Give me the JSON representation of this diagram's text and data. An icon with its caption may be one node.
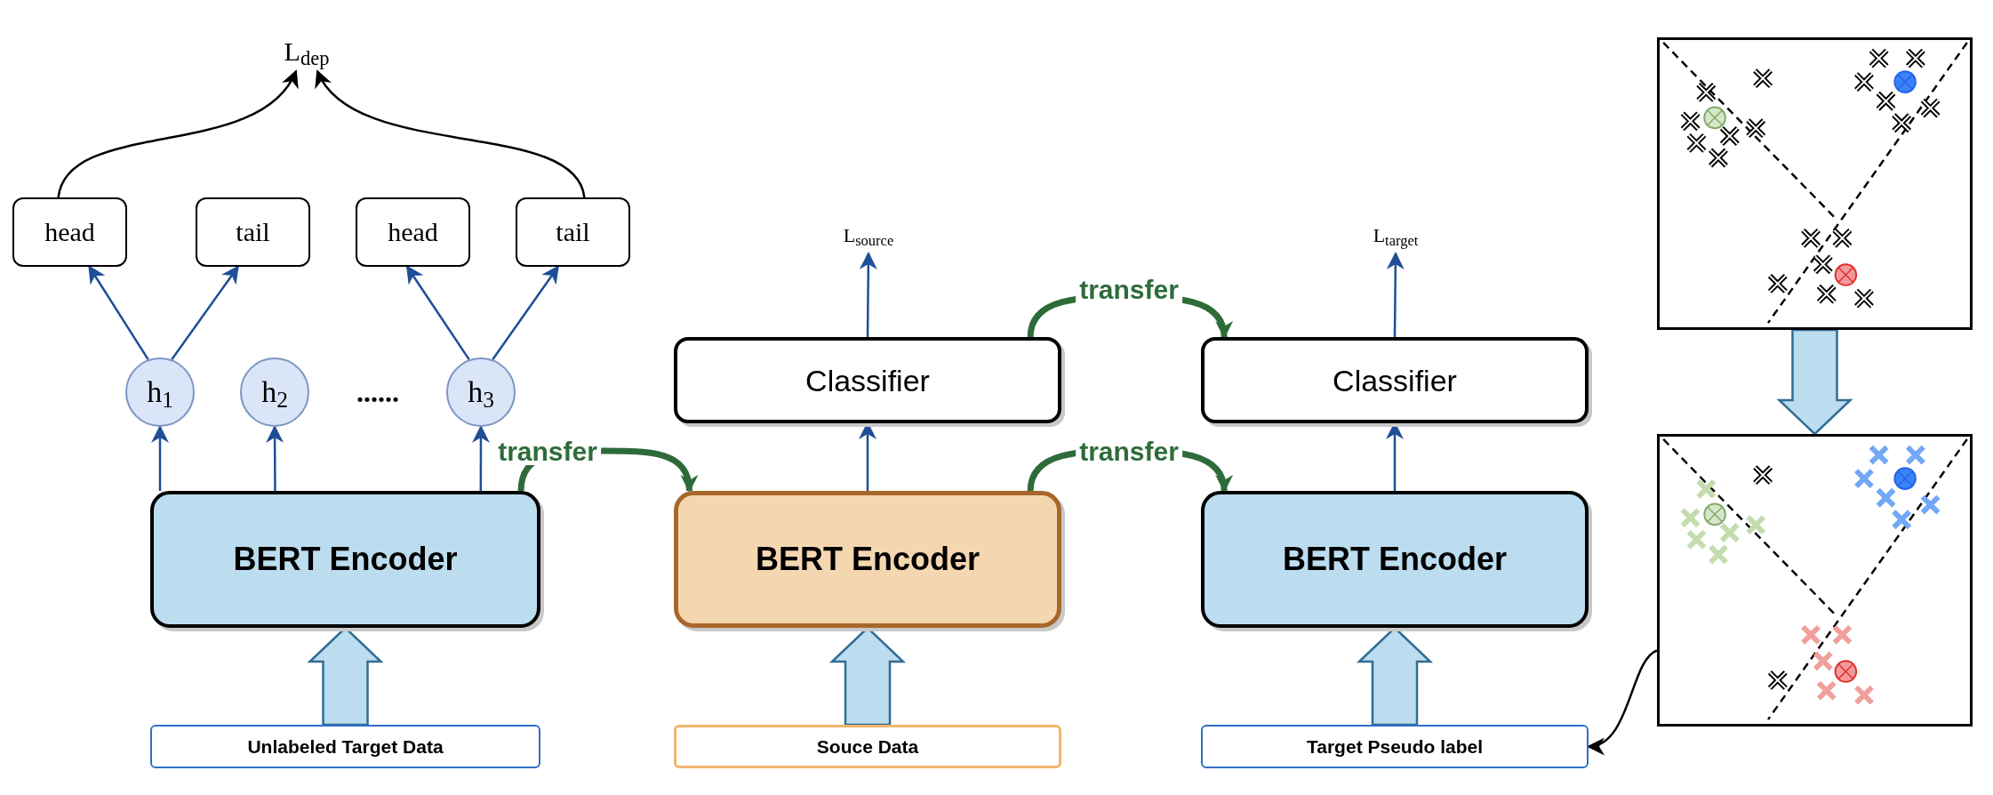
{
  "diagram": {
    "nodes": [
      {
        "text": [
          "L$_{dep}$"
        ]
      },
      {
        "text": [
          "head"
        ]
      },
      {
        "text": [
          "tail"
        ]
      },
      {
        "text": [
          "head"
        ]
      },
      {
        "text": [
          "tail"
        ]
      },
      {
        "text": [
          "h$_{1}$"
        ]
      },
      {
        "text": [
          "h$_{2}$"
        ]
      },
      {
        "text": [
          "h$_{3}$"
        ]
      },
      {
        "text": [
          "BERT Encoder"
        ]
      },
      {
        "text": [
          "Classifier"
        ]
      },
      {
        "text": [
          "BERT Encoder"
        ]
      },
      {
        "text": [
          "L$_{source}$"
        ]
      },
      {
        "text": [
          "Classifier"
        ]
      },
      {
        "text": [
          "BERT Encoder"
        ]
      },
      {
        "text": [
          "L$_{target}$"
        ]
      },
      {
        "text": [
          "Unlabeled Target Data"
        ]
      },
      {
        "text": [
          "Souce Data"
        ]
      },
      {
        "text": [
          "Target Pseudo label"
        ]
      },
      {
        "text": [],
        "shape": "picture"
      },
      {
        "text": [],
        "shape": "picture"
      }
    ],
    "edges": [
      {
        "from": 1,
        "to": 0,
        "arrow": "to",
        "color": "#000000"
      },
      {
        "from": 4,
        "to": 0,
        "arrow": "to",
        "color": "#000000"
      },
      {
        "from": 5,
        "to": 1,
        "arrow": "to"
      },
      {
        "from": 5,
        "to": 2,
        "arrow": "to"
      },
      {
        "from": 7,
        "to": 3,
        "arrow": "to"
      },
      {
        "from": 7,
        "to": 4,
        "arrow": "to"
      },
      {
        "from": 8,
        "to": 5,
        "arrow": "to"
      },
      {
        "from": 8,
        "to": 6,
        "arrow": "to"
      },
      {
        "from": 8,
        "to": 7,
        "arrow": "to"
      },
      {
        "from": 8,
        "to": 10,
        "arrow": "to",
        "label": "transfer",
        "style": "thick",
        "color": "#2e6b3a"
      },
      {
        "from": 10,
        "to": 9,
        "arrow": "to"
      },
      {
        "from": 9,
        "to": 11,
        "arrow": "to"
      },
      {
        "from": 9,
        "to": 12,
        "arrow": "to",
        "label": "transfer",
        "style": "thick",
        "color": "#2e6b3a"
      },
      {
        "from": 10,
        "to": 13,
        "arrow": "to",
        "label": "transfer",
        "style": "thick",
        "color": "#2e6b3a"
      },
      {
        "from": 13,
        "to": 12,
        "arrow": "to"
      },
      {
        "from": 12,
        "to": 14,
        "arrow": "to"
      },
      {
        "from": 15,
        "to": 8,
        "arrow": "to",
        "style": "thick",
        "color": "#bcdcef"
      },
      {
        "from": 16,
        "to": 10,
        "arrow": "to",
        "style": "thick",
        "color": "#bcdcef"
      },
      {
        "from": 17,
        "to": 13,
        "arrow": "to",
        "style": "thick",
        "color": "#bcdcef"
      },
      {
        "from": 18,
        "to": 19,
        "arrow": "to",
        "style": "thick",
        "color": "#bcdcef"
      },
      {
        "from": 19,
        "to": 17,
        "arrow": "to",
        "color": "#000000"
      }
    ],
    "labels": [
      "......"
    ]
  }
}
